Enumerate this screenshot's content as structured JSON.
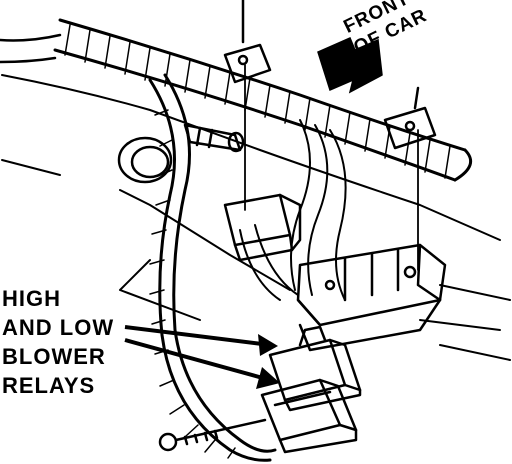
{
  "diagram": {
    "callout": {
      "lines": [
        "HIGH",
        "AND LOW",
        "BLOWER",
        "RELAYS"
      ]
    },
    "direction_label": {
      "lines": [
        "FRONT",
        "OF CAR"
      ]
    }
  }
}
